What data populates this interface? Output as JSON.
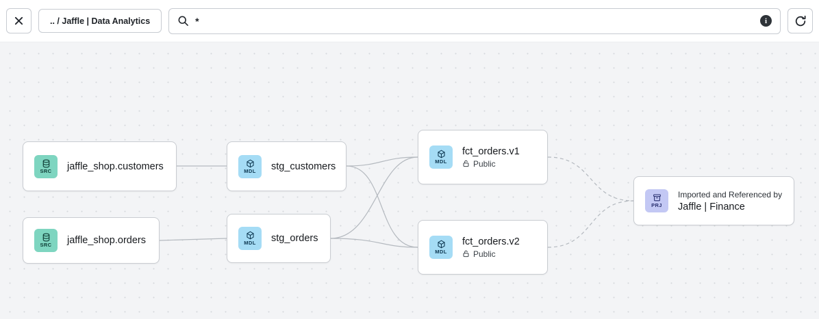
{
  "toolbar": {
    "breadcrumb": ".. / Jaffle | Data Analytics",
    "search": {
      "value": "*"
    },
    "info_label": "i"
  },
  "canvas": {
    "nodes": [
      {
        "type": "SRC",
        "label": "jaffle_shop.customers"
      },
      {
        "type": "SRC",
        "label": "jaffle_shop.orders"
      },
      {
        "type": "MDL",
        "label": "stg_customers"
      },
      {
        "type": "MDL",
        "label": "stg_orders"
      },
      {
        "type": "MDL",
        "label": "fct_orders.v1",
        "access": "Public"
      },
      {
        "type": "MDL",
        "label": "fct_orders.v2",
        "access": "Public"
      },
      {
        "type": "PRJ",
        "label": "Jaffle | Finance",
        "sublabel": "Imported and Referenced by"
      }
    ],
    "edges": [
      {
        "from": "jaffle_shop.customers",
        "to": "stg_customers",
        "style": "solid"
      },
      {
        "from": "jaffle_shop.orders",
        "to": "stg_orders",
        "style": "solid"
      },
      {
        "from": "stg_customers",
        "to": "fct_orders.v1",
        "style": "solid"
      },
      {
        "from": "stg_customers",
        "to": "fct_orders.v2",
        "style": "solid"
      },
      {
        "from": "stg_orders",
        "to": "fct_orders.v1",
        "style": "solid"
      },
      {
        "from": "stg_orders",
        "to": "fct_orders.v2",
        "style": "solid"
      },
      {
        "from": "fct_orders.v1",
        "to": "Jaffle | Finance",
        "style": "dashed"
      },
      {
        "from": "fct_orders.v2",
        "to": "Jaffle | Finance",
        "style": "dashed"
      }
    ]
  },
  "colors": {
    "src_badge_bg": "#7ed5c0",
    "mdl_badge_bg": "#a5dcf5",
    "prj_badge_bg": "#c3c8f4",
    "edge": "#b4b9bf",
    "canvas_bg": "#f3f4f6"
  }
}
